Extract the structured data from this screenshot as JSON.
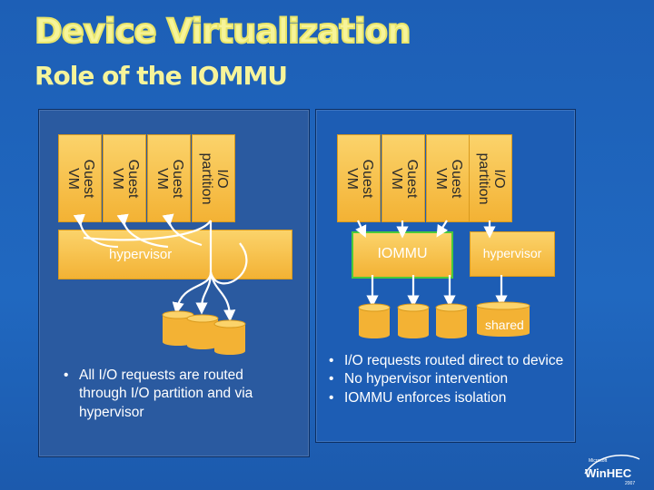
{
  "title": "Device Virtualization",
  "subtitle": "Role of the IOMMU",
  "left_panel": {
    "boxes": [
      {
        "label": "Guest\nVM"
      },
      {
        "label": "Guest\nVM"
      },
      {
        "label": "Guest\nVM"
      },
      {
        "label": "I/O\npartition"
      }
    ],
    "hypervisor": "hypervisor",
    "bullets": [
      "All I/O requests are routed through I/O partition and via hypervisor"
    ]
  },
  "right_panel": {
    "boxes": [
      {
        "label": "Guest\nVM"
      },
      {
        "label": "Guest\nVM"
      },
      {
        "label": "Guest\nVM"
      },
      {
        "label": "I/O\npartition"
      }
    ],
    "iommu": "IOMMU",
    "hypervisor": "hypervisor",
    "shared": "shared",
    "bullets": [
      "I/O requests routed direct to device",
      "No hypervisor intervention",
      "IOMMU enforces isolation"
    ]
  },
  "logo": {
    "top": "Microsoft",
    "main": "WinHEC",
    "year": "2007"
  },
  "colors": {
    "box": "#f3b234",
    "title": "#f6f49a",
    "iommu_border": "#49c93b",
    "background": "#1f62b8"
  }
}
